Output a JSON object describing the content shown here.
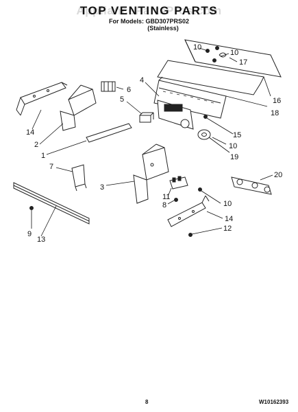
{
  "header": {
    "watermark": "AppliancePartsPros.com",
    "title": "TOP VENTING PARTS",
    "models_line": "For Models: GBD307PRS02",
    "finish": "(Stainless)"
  },
  "callouts": {
    "c10a": "10",
    "c10b": "10",
    "c17": "17",
    "c16": "16",
    "c18": "18",
    "c4": "4",
    "c6": "6",
    "c5": "5",
    "c14a": "14",
    "c2": "2",
    "c1": "1",
    "c15": "15",
    "c10c": "10",
    "c19": "19",
    "c7": "7",
    "c3": "3",
    "c20": "20",
    "c11": "11",
    "c8": "8",
    "c10d": "10",
    "c14b": "14",
    "c12": "12",
    "c9": "9",
    "c13": "13"
  },
  "footer": {
    "page_number": "8",
    "doc_number": "W10162393"
  }
}
